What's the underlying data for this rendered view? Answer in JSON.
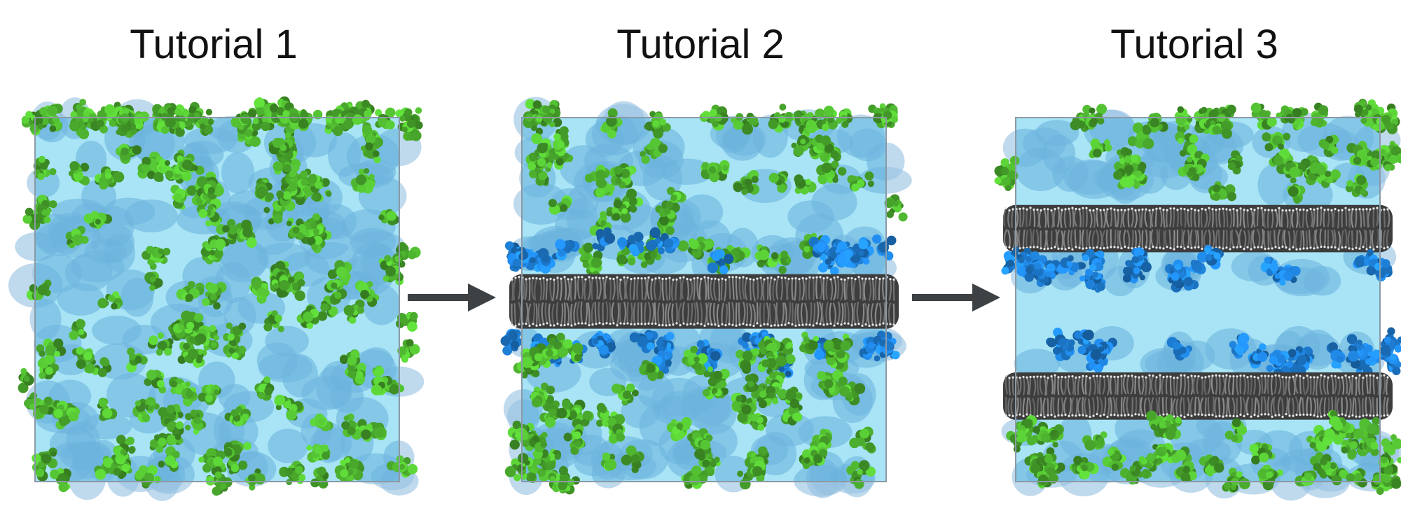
{
  "panels": [
    {
      "title": "Tutorial 1",
      "layers": [
        {
          "kind": "protein",
          "color": "#4caf2e",
          "from": 0.0,
          "to": 1.0,
          "count": 170
        }
      ]
    },
    {
      "title": "Tutorial 2",
      "layers": [
        {
          "kind": "protein",
          "color": "#4caf2e",
          "from": 0.0,
          "to": 0.42,
          "count": 55
        },
        {
          "kind": "protein-blue",
          "color": "#1e7fd6",
          "from": 0.34,
          "to": 0.4,
          "count": 18
        },
        {
          "kind": "membrane",
          "color": "#6e6e6e",
          "from": 0.43,
          "to": 0.58
        },
        {
          "kind": "protein-blue",
          "color": "#1e7fd6",
          "from": 0.6,
          "to": 0.68,
          "count": 22
        },
        {
          "kind": "protein",
          "color": "#4caf2e",
          "from": 0.62,
          "to": 1.0,
          "count": 60
        }
      ]
    },
    {
      "title": "Tutorial 3",
      "layers": [
        {
          "kind": "protein",
          "color": "#4caf2e",
          "from": 0.0,
          "to": 0.22,
          "count": 45
        },
        {
          "kind": "membrane",
          "color": "#6e6e6e",
          "from": 0.24,
          "to": 0.37
        },
        {
          "kind": "protein-blue",
          "color": "#1e7fd6",
          "from": 0.38,
          "to": 0.45,
          "count": 20
        },
        {
          "kind": "protein-blue",
          "color": "#1e7fd6",
          "from": 0.61,
          "to": 0.68,
          "count": 20
        },
        {
          "kind": "membrane",
          "color": "#6e6e6e",
          "from": 0.7,
          "to": 0.83
        },
        {
          "kind": "protein",
          "color": "#4caf2e",
          "from": 0.84,
          "to": 1.0,
          "count": 40
        }
      ]
    }
  ],
  "colors": {
    "water_box": "#a8e4f6",
    "water_shadow": "#3d8ec9",
    "box_border": "#8a9aa6",
    "arrow": "#3d4144"
  },
  "icons": [
    "right-arrow-icon",
    "right-arrow-icon"
  ]
}
